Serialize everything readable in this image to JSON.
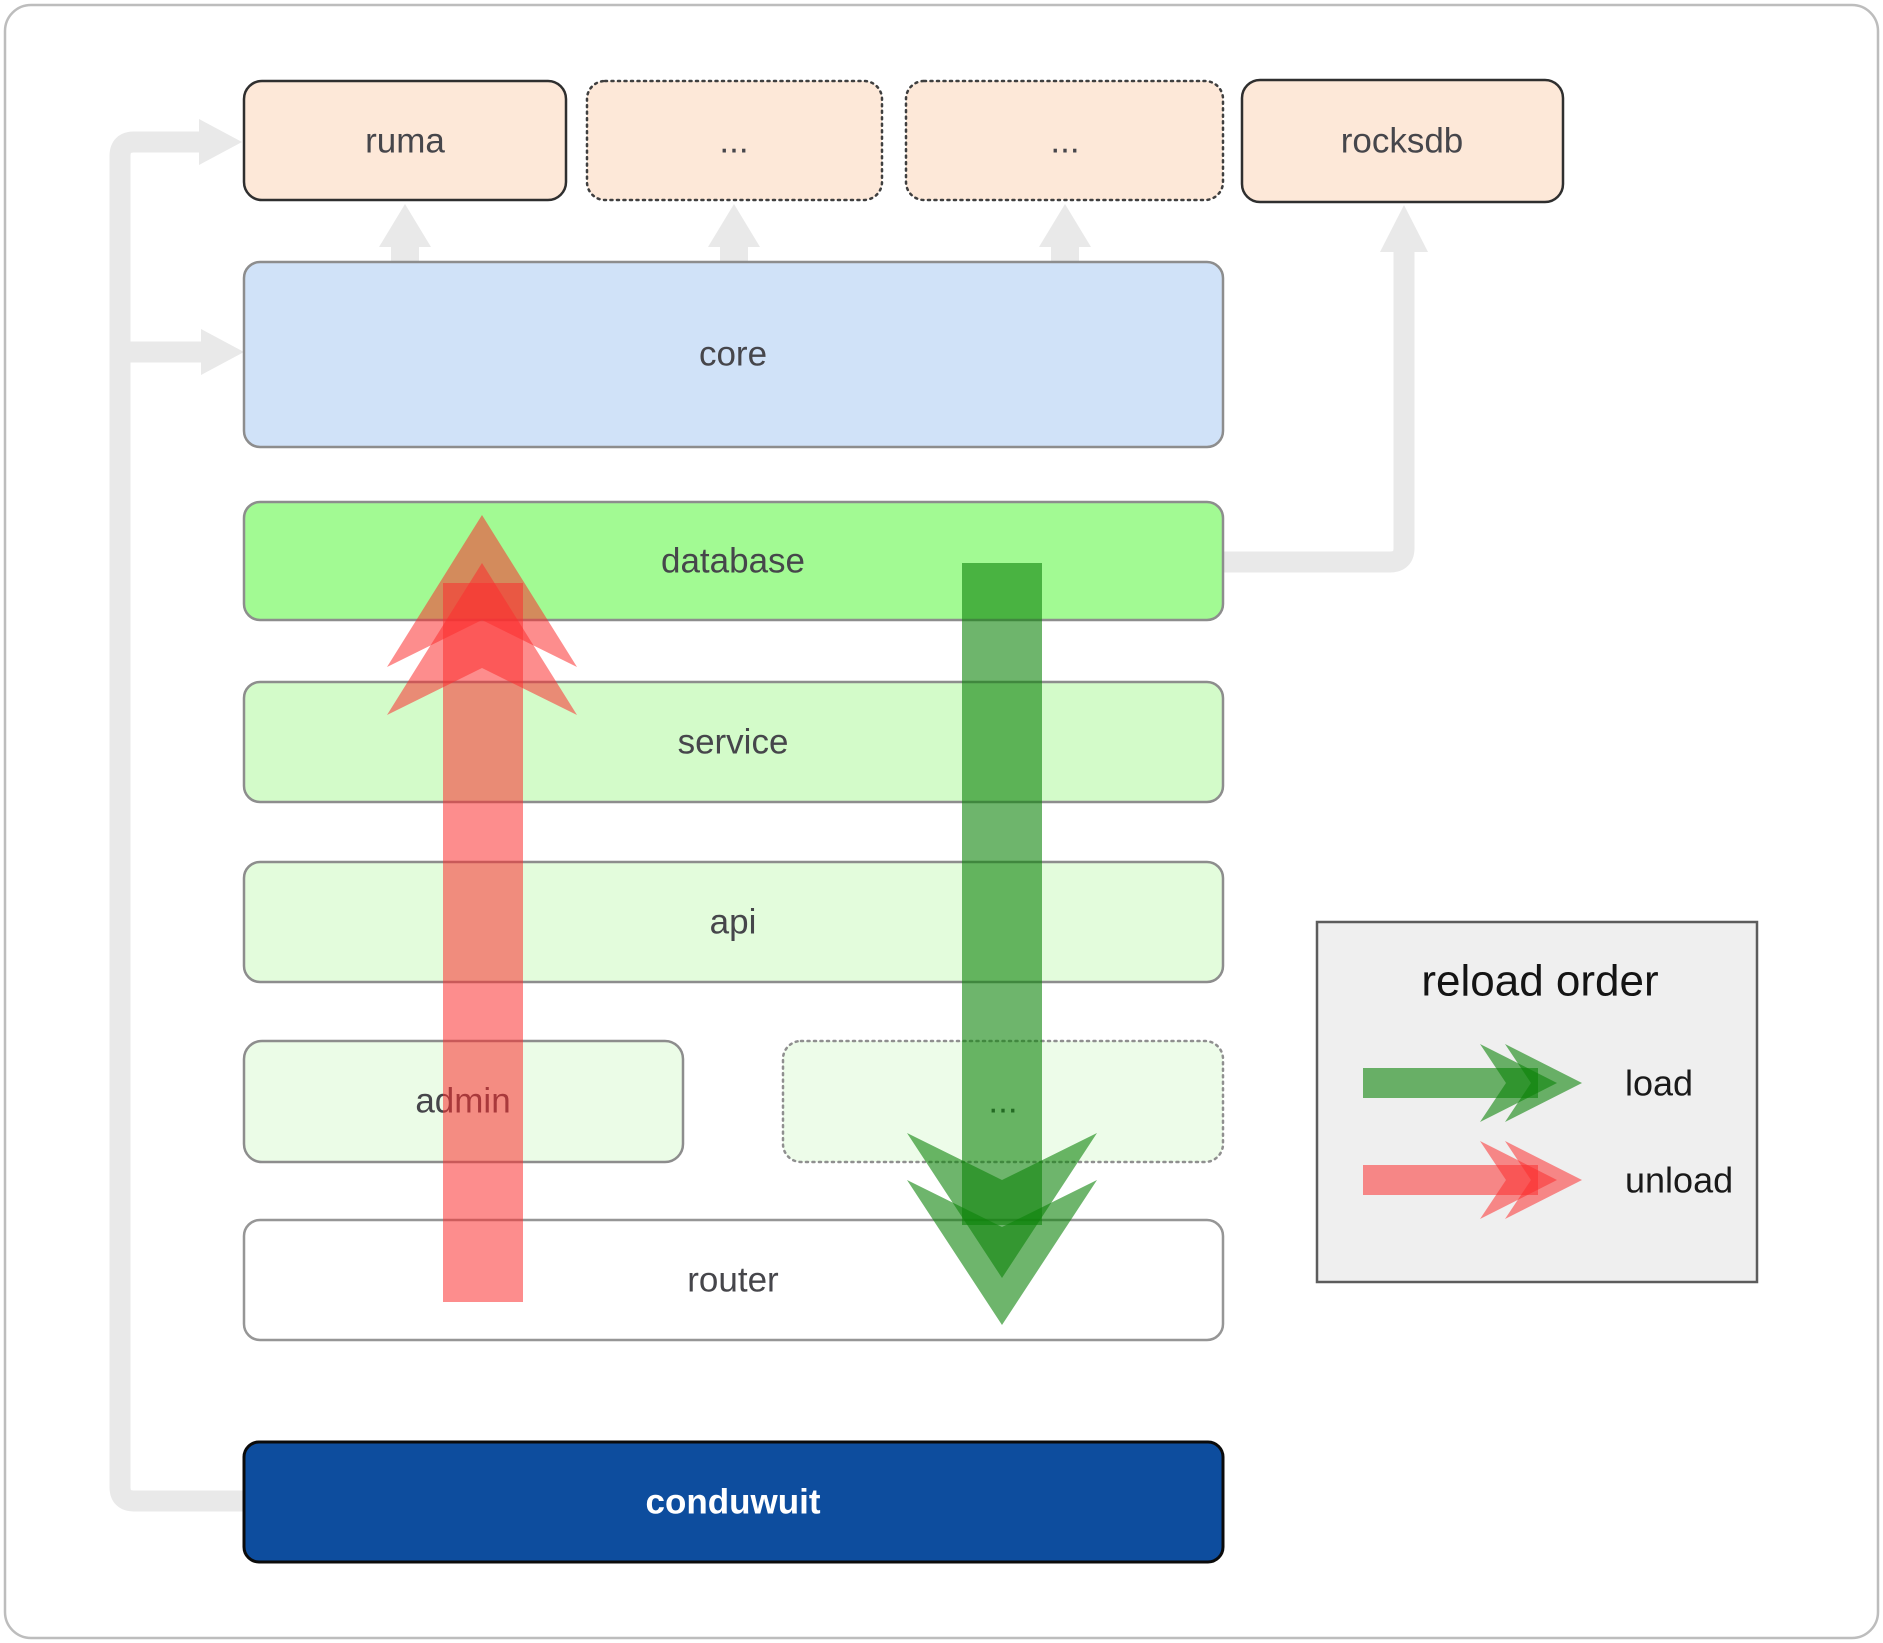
{
  "nodes": {
    "ruma": {
      "label": "ruma"
    },
    "dependency1": {
      "label": "..."
    },
    "dependency2": {
      "label": "..."
    },
    "rocksdb": {
      "label": "rocksdb"
    },
    "core": {
      "label": "core"
    },
    "database": {
      "label": "database"
    },
    "service": {
      "label": "service"
    },
    "api": {
      "label": "api"
    },
    "admin": {
      "label": "admin"
    },
    "service_etc": {
      "label": "..."
    },
    "router": {
      "label": "router"
    },
    "conduwuit": {
      "label": "conduwuit"
    }
  },
  "legend": {
    "title": "reload order",
    "items": [
      {
        "label": "load",
        "color": "#3a9e3a"
      },
      {
        "label": "unload",
        "color": "#fc8d8d"
      }
    ]
  },
  "colors": {
    "dependency_fill": "#fde8d8",
    "core_fill": "#d0e2f8",
    "database_fill": "#a2fa93",
    "service_fill": "#d3fbc9",
    "api_fill": "#e3fcdc",
    "admin_fill": "#ebfce7",
    "service_etc_fill": "#edfce9",
    "router_fill": "#ffffff",
    "conduwuit_fill": "#0d4d9e",
    "legend_bg": "#efefef",
    "connector_gray": "#e9e9e9",
    "load_green": "rgba(13,132,10,0.6)",
    "unload_red": "rgba(252,48,48,0.55)",
    "label_text": "#46464b"
  }
}
